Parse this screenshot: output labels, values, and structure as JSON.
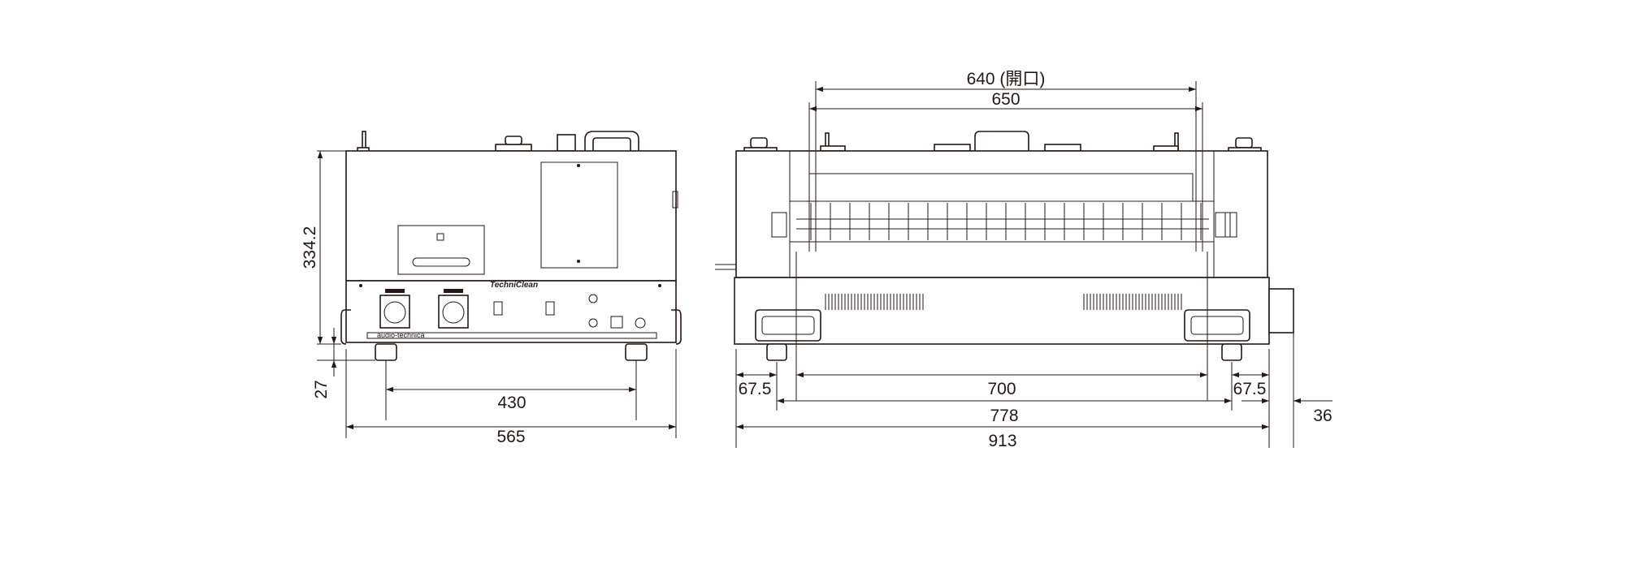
{
  "front_view": {
    "brand_logo": "TechniClean",
    "maker_label": "audio-technica"
  },
  "dimensions": {
    "height_total": "334.2",
    "foot_height": "27",
    "foot_spacing": "430",
    "depth_total": "565",
    "opening_width": "640 (開口)",
    "inner_width": "650",
    "left_overhang": "67.5",
    "center_span": "700",
    "right_overhang": "67.5",
    "outer_span": "778",
    "total_width": "913",
    "side_protrusion": "36"
  },
  "colors": {
    "line": "#231815",
    "background": "#ffffff"
  }
}
